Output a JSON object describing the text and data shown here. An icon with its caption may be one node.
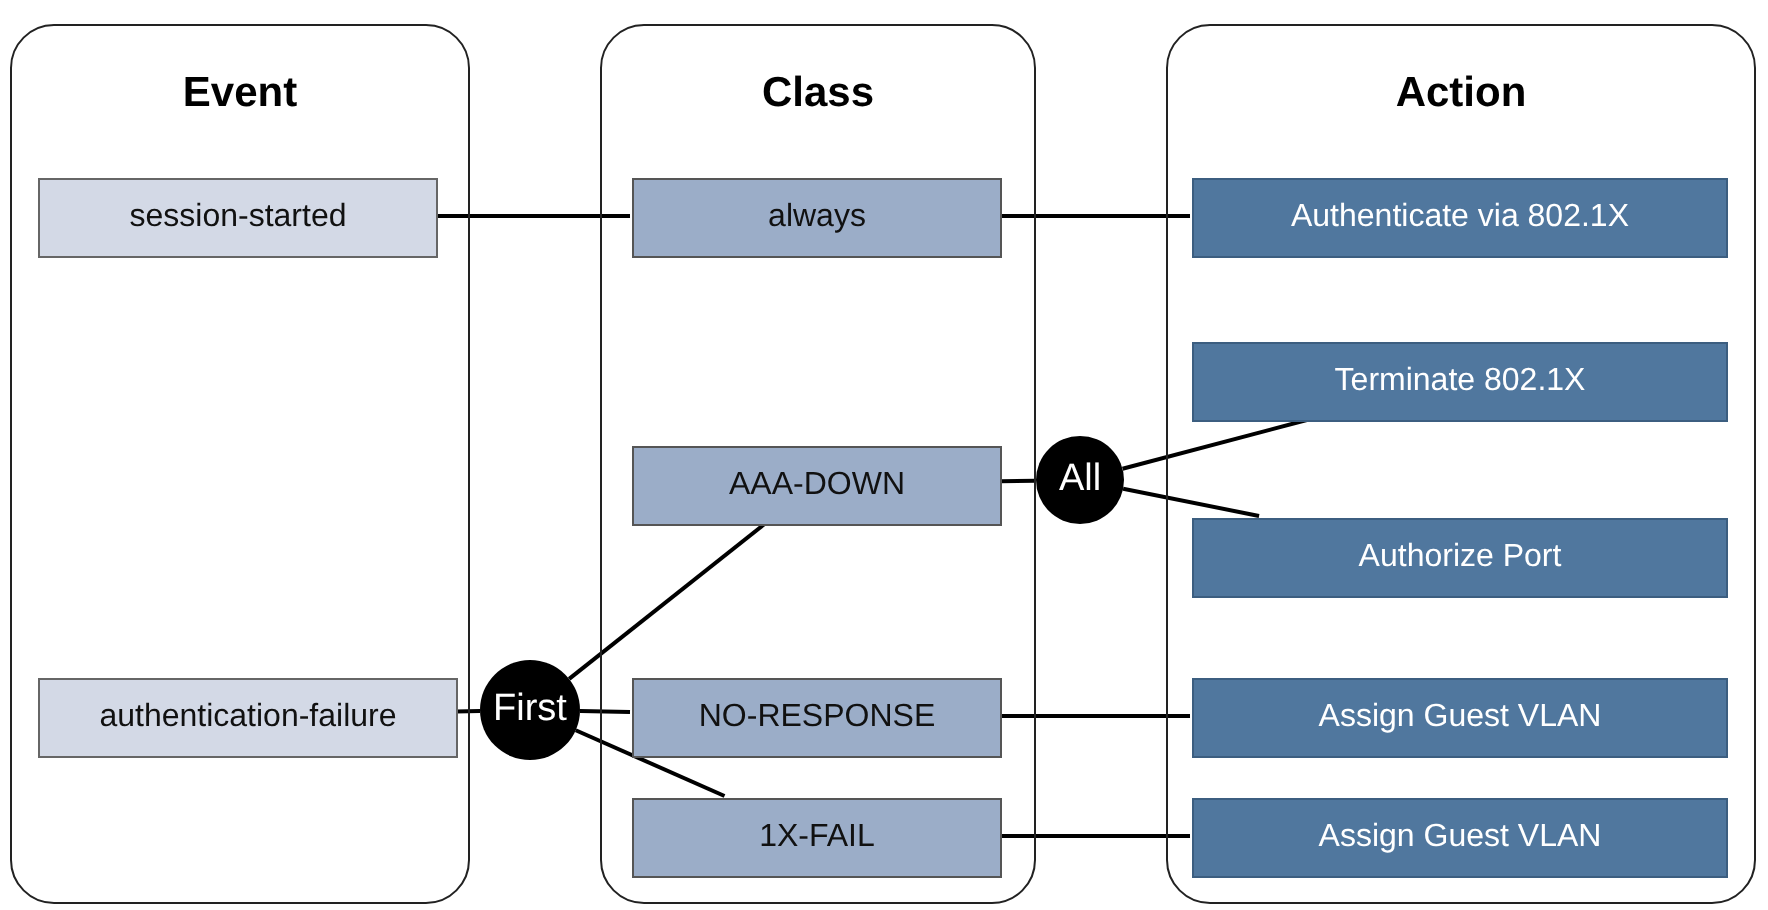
{
  "diagram": {
    "nodes": [
      {
        "text": [
          "Event"
        ]
      },
      {
        "text": [
          "Class"
        ]
      },
      {
        "text": [
          "Action"
        ]
      },
      {
        "text": [
          "session-started"
        ],
        "in": 0
      },
      {
        "text": [
          "always"
        ],
        "in": 1
      },
      {
        "text": [
          "Authenticate via 802.1X"
        ],
        "in": 2
      },
      {
        "text": [
          "Terminate 802.1X"
        ],
        "in": 2
      },
      {
        "text": [
          "AAA-DOWN"
        ],
        "in": 1
      },
      {
        "text": [
          "All"
        ]
      },
      {
        "text": [
          "Authorize Port"
        ],
        "in": 2
      },
      {
        "text": [
          "authentication-failure"
        ],
        "in": 0
      },
      {
        "text": [
          "First"
        ]
      },
      {
        "text": [
          "NO-RESPONSE"
        ],
        "in": 1
      },
      {
        "text": [
          "Assign Guest VLAN"
        ],
        "in": 2
      },
      {
        "text": [
          "1X-FAIL"
        ],
        "in": 1
      },
      {
        "text": [
          "Assign Guest VLAN"
        ],
        "in": 2
      }
    ],
    "edges": [
      {
        "from": 3,
        "to": 4,
        "arrow": "none"
      },
      {
        "from": 4,
        "to": 5,
        "arrow": "none"
      },
      {
        "from": 7,
        "to": 8,
        "arrow": "none"
      },
      {
        "from": 8,
        "to": 6,
        "arrow": "none"
      },
      {
        "from": 8,
        "to": 9,
        "arrow": "none"
      },
      {
        "from": 10,
        "to": 11,
        "arrow": "none"
      },
      {
        "from": 11,
        "to": 7,
        "arrow": "none"
      },
      {
        "from": 11,
        "to": 12,
        "arrow": "none"
      },
      {
        "from": 11,
        "to": 14,
        "arrow": "none"
      },
      {
        "from": 12,
        "to": 13,
        "arrow": "none"
      },
      {
        "from": 14,
        "to": 15,
        "arrow": "none"
      }
    ]
  }
}
